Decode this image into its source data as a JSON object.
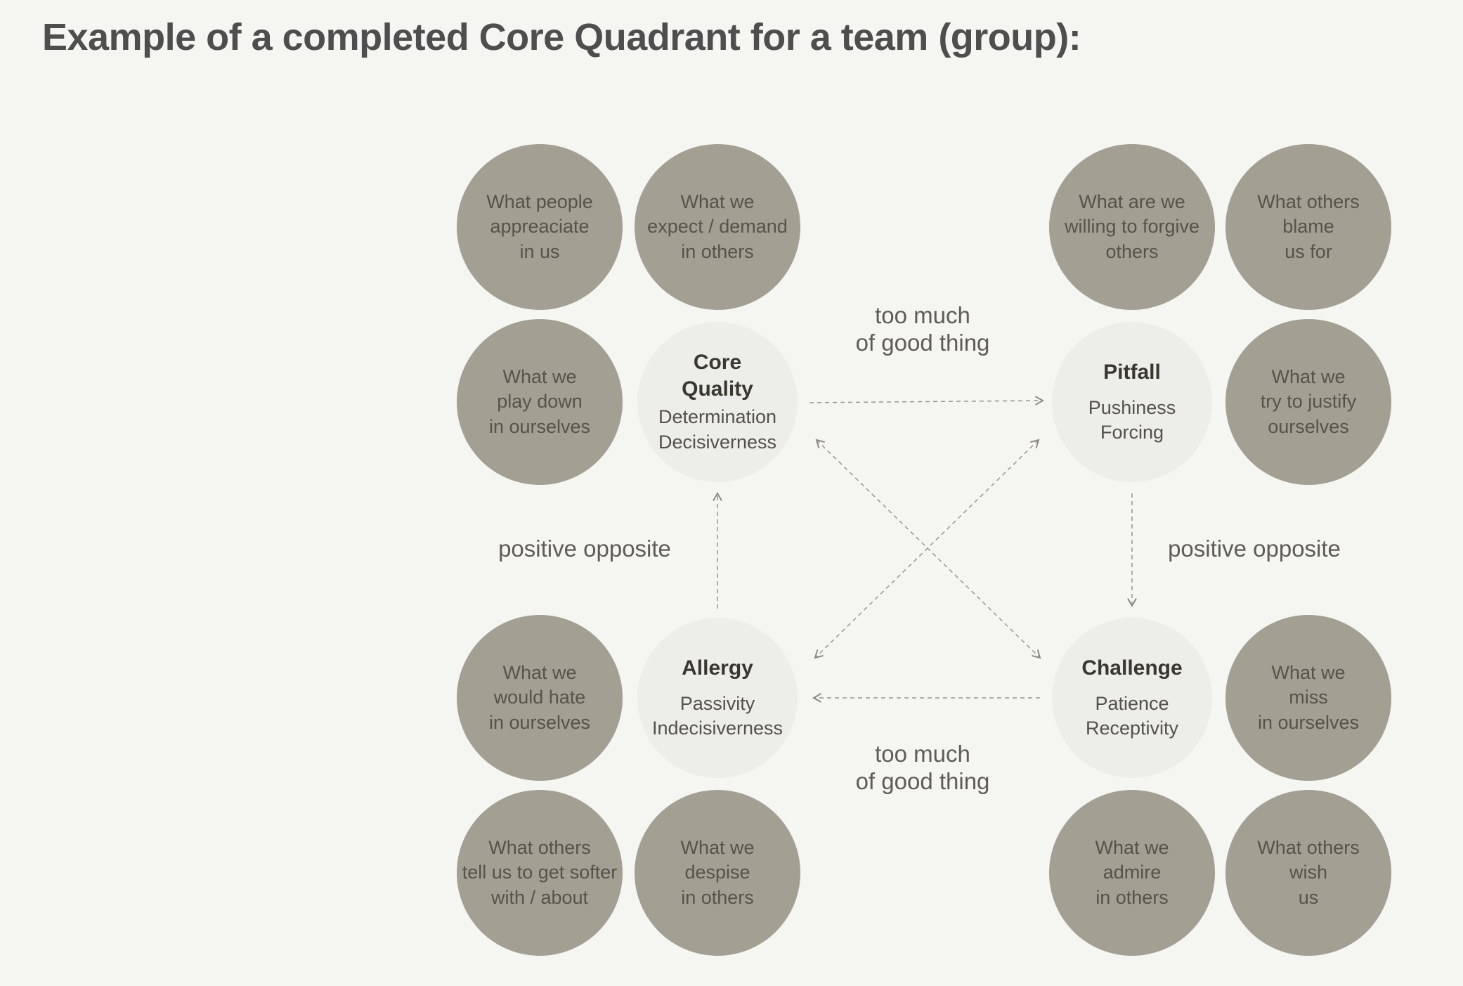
{
  "title": "Example of a completed Core Quadrant for a team (group):",
  "colors": {
    "background": "#f5f5f2",
    "satellite_circle": "#a3a093",
    "core_circle": "#ededea",
    "title_text": "#4e4e4e",
    "satellite_text": "#55534a",
    "core_heading_text": "#39382f",
    "core_body_text": "#52514a",
    "arrow": "#97978d",
    "flow_label_text": "#5d5c55"
  },
  "cores": {
    "core_quality": {
      "heading": "Core\nQuality",
      "body": "Determination\nDecisiverness"
    },
    "pitfall": {
      "heading": "Pitfall",
      "body": "Pushiness\nForcing"
    },
    "allergy": {
      "heading": "Allergy",
      "body": "Passivity\nIndecisiverness"
    },
    "challenge": {
      "heading": "Challenge",
      "body": "Patience\nReceptivity"
    }
  },
  "satellites": {
    "appreciate": "What people\nappreaciate\nin us",
    "expect": "What we\nexpect / demand\nin others",
    "play_down": "What we\nplay down\nin ourselves",
    "forgive": "What are we\nwilling to forgive\nothers",
    "blame": "What others\nblame\nus for",
    "justify": "What we\ntry to justify\nourselves",
    "hate": "What we\nwould hate\nin ourselves",
    "softer": "What others\ntell us to get softer\nwith / about",
    "despise": "What we\ndespise\nin others",
    "miss": "What we\nmiss\nin ourselves",
    "admire": "What we\nadmire\nin others",
    "wish": "What others\nwish\nus"
  },
  "labels": {
    "too_much_top": "too much\nof  good thing",
    "too_much_bottom": "too much\nof  good thing",
    "positive_opposite_left": "positive opposite",
    "positive_opposite_right": "positive opposite"
  }
}
